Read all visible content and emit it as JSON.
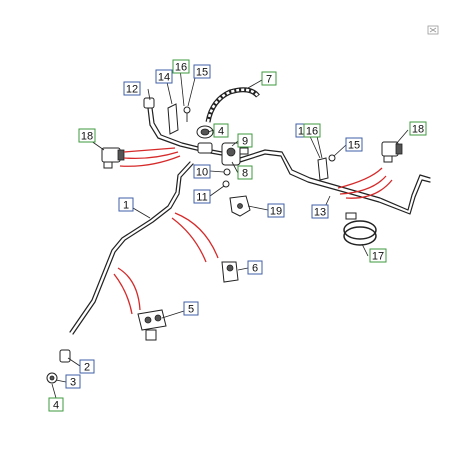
{
  "colors": {
    "blue_callout": "#3f5fa8",
    "green_callout": "#3e9a3e",
    "red_lines": "#d62a2a",
    "line_art": "#222222"
  },
  "icons": {
    "corner_mark": "close-box-icon"
  },
  "callouts": [
    {
      "id": "c1",
      "text": "1",
      "color": "blue"
    },
    {
      "id": "c2",
      "text": "2",
      "color": "blue"
    },
    {
      "id": "c3",
      "text": "3",
      "color": "blue"
    },
    {
      "id": "c4a",
      "text": "4",
      "color": "green"
    },
    {
      "id": "c4b",
      "text": "4",
      "color": "green"
    },
    {
      "id": "c5",
      "text": "5",
      "color": "blue"
    },
    {
      "id": "c6",
      "text": "6",
      "color": "blue"
    },
    {
      "id": "c7",
      "text": "7",
      "color": "green"
    },
    {
      "id": "c8",
      "text": "8",
      "color": "green"
    },
    {
      "id": "c9",
      "text": "9",
      "color": "green"
    },
    {
      "id": "c10",
      "text": "10",
      "color": "blue"
    },
    {
      "id": "c11",
      "text": "11",
      "color": "blue"
    },
    {
      "id": "c12",
      "text": "12",
      "color": "blue"
    },
    {
      "id": "c13",
      "text": "13",
      "color": "blue"
    },
    {
      "id": "c14a",
      "text": "14",
      "color": "blue"
    },
    {
      "id": "c14b",
      "text": "14",
      "color": "blue"
    },
    {
      "id": "c15a",
      "text": "15",
      "color": "blue"
    },
    {
      "id": "c15b",
      "text": "15",
      "color": "blue"
    },
    {
      "id": "c16a",
      "text": "16",
      "color": "green"
    },
    {
      "id": "c16b",
      "text": "16",
      "color": "green"
    },
    {
      "id": "c17",
      "text": "17",
      "color": "green"
    },
    {
      "id": "c18a",
      "text": "18",
      "color": "green"
    },
    {
      "id": "c18b",
      "text": "18",
      "color": "green"
    },
    {
      "id": "c19",
      "text": "19",
      "color": "blue"
    }
  ]
}
